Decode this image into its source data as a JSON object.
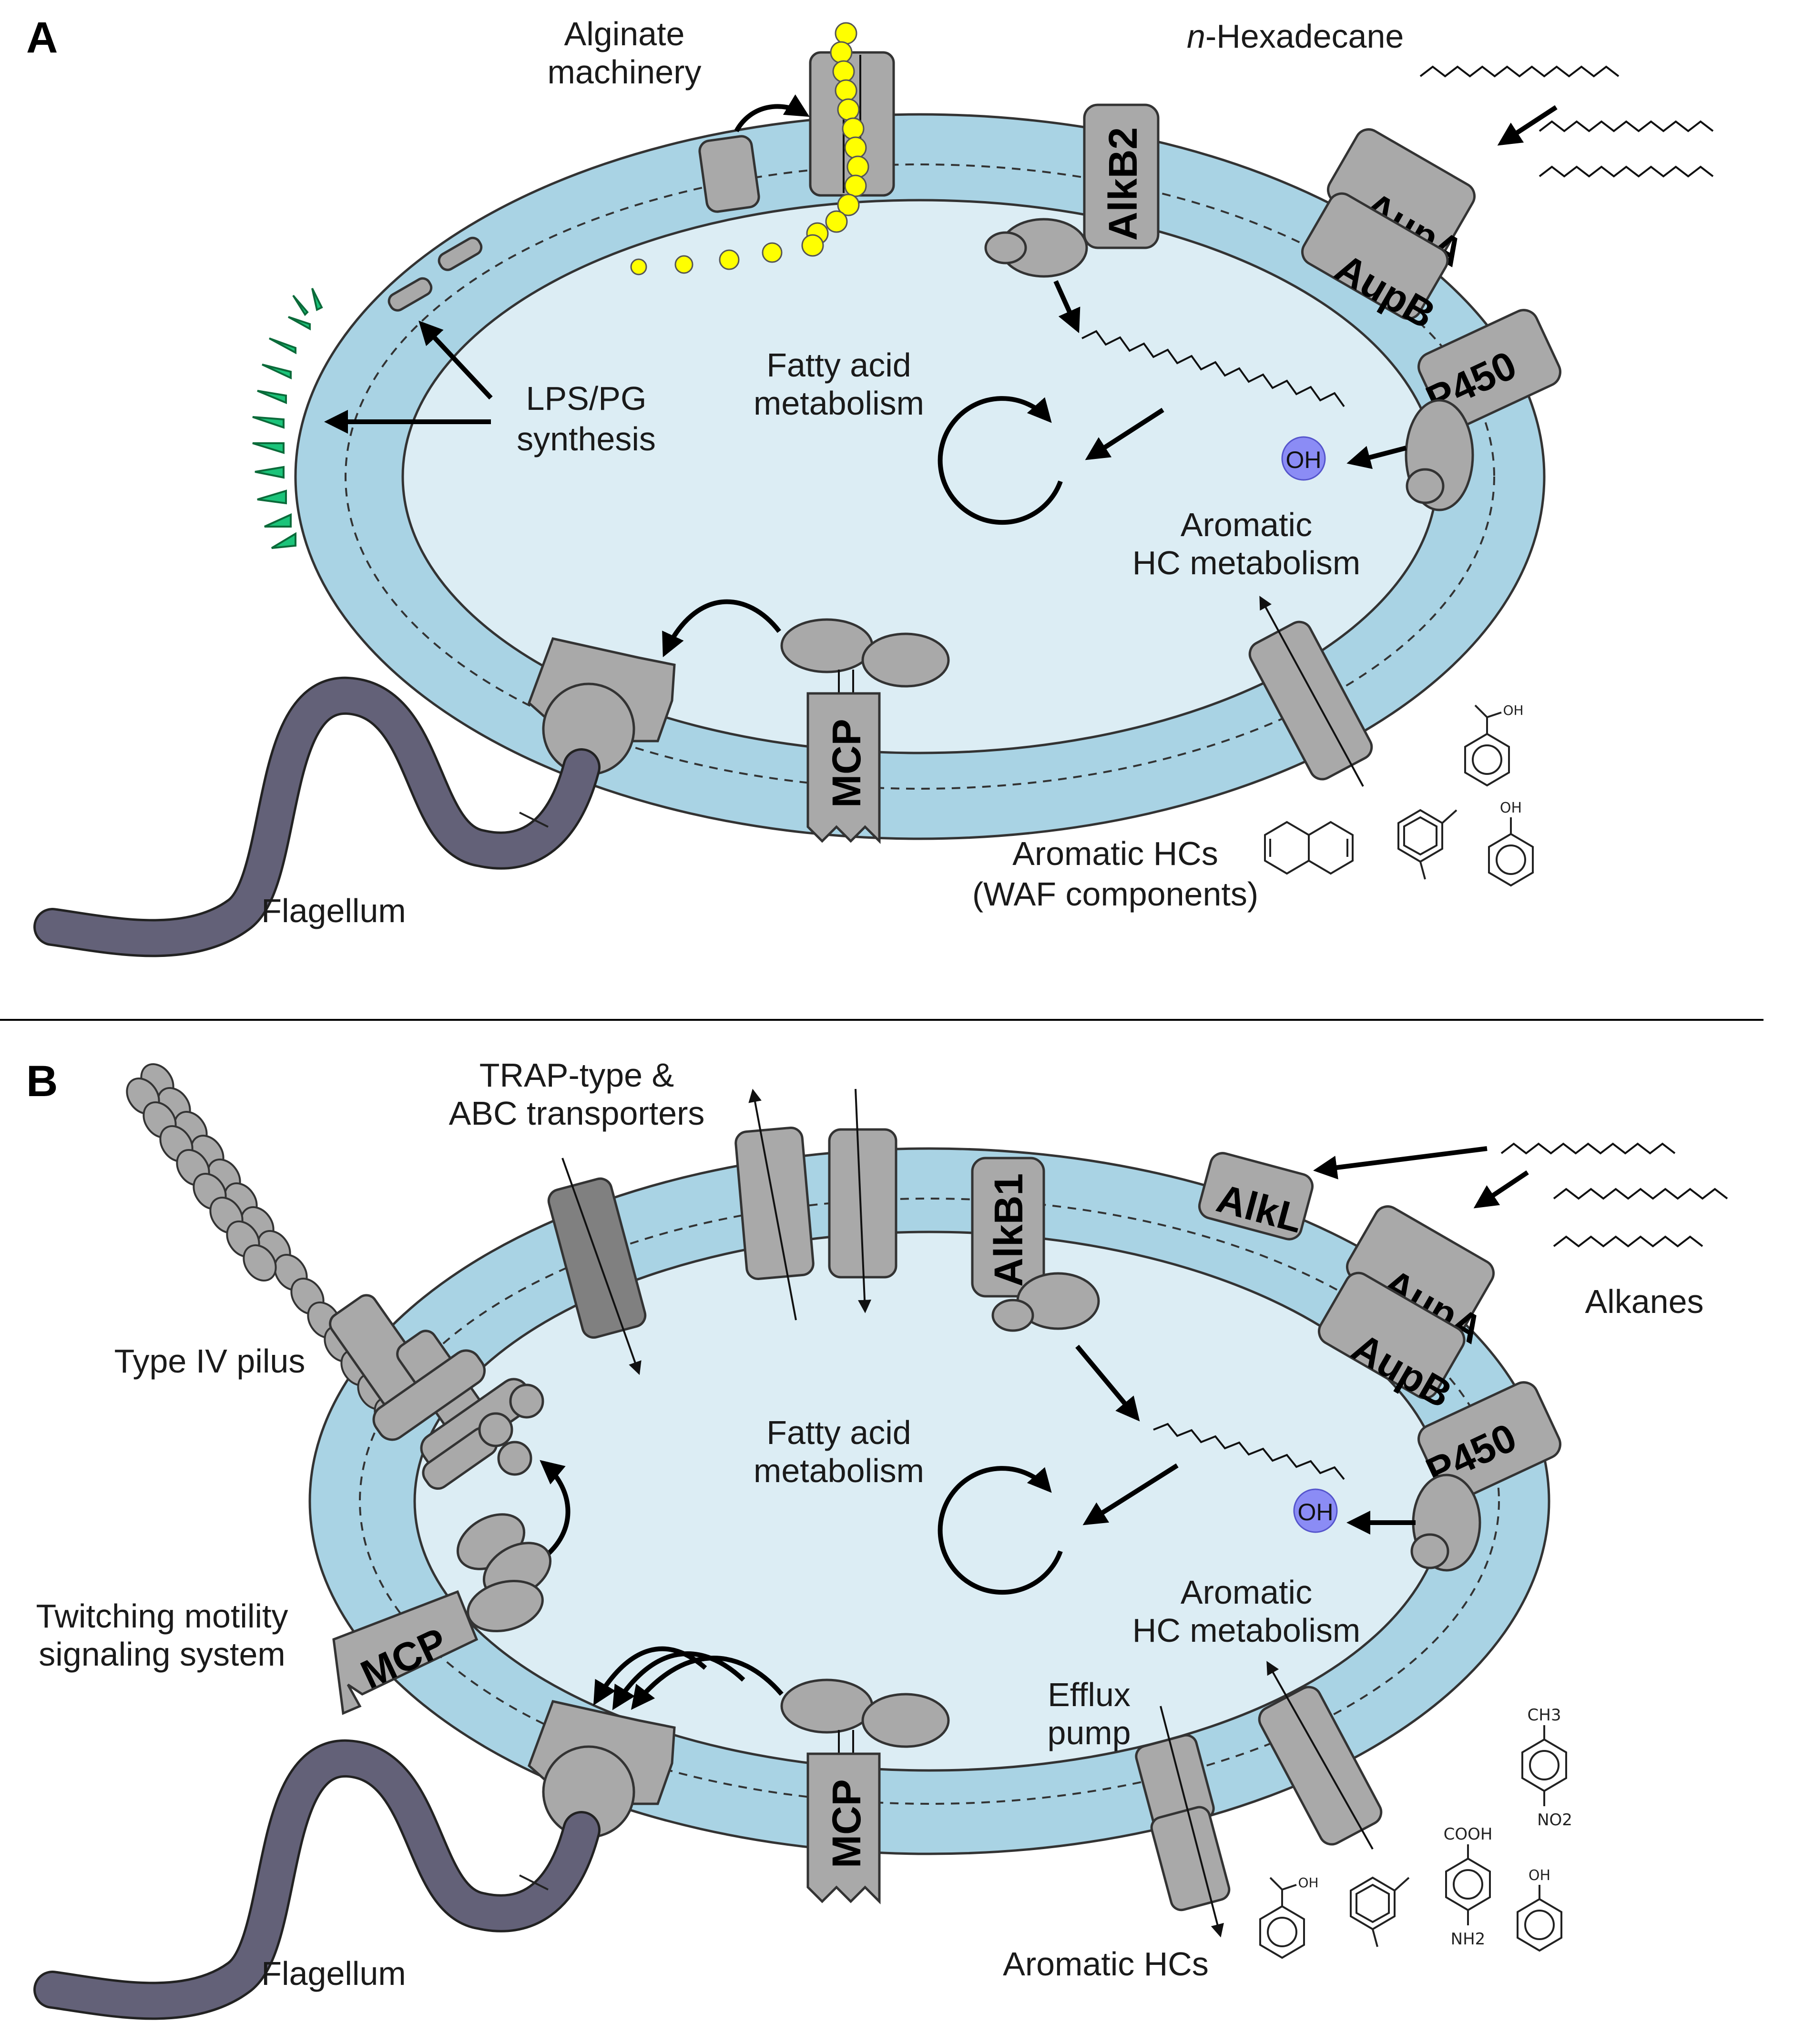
{
  "panel_a": {
    "letter": "A",
    "alginate": [
      "Alginate",
      "machinery"
    ],
    "hexadecane_italic": "n",
    "hexadecane_rest": "-Hexadecane",
    "alkb2": "AlkB2",
    "aupa": "AupA",
    "aupb": "AupB",
    "p450": "P450",
    "oh": "OH",
    "fatty": [
      "Fatty acid",
      "metabolism"
    ],
    "lps": [
      "LPS/PG",
      "synthesis"
    ],
    "aromatic_metab": [
      "Aromatic",
      "HC metabolism"
    ],
    "mcp": "MCP",
    "flagellum": "Flagellum",
    "aromatic_hcs": [
      "Aromatic HCs",
      "(WAF components)"
    ],
    "chem_oh_benzoic": "OH",
    "chem_oh_phenol": "OH"
  },
  "panel_b": {
    "letter": "B",
    "trap": [
      "TRAP-type &",
      "ABC transporters"
    ],
    "alkb1": "AlkB1",
    "alkl": "AlkL",
    "aupa": "AupA",
    "aupb": "AupB",
    "alkanes": "Alkanes",
    "p450": "P450",
    "oh": "OH",
    "fatty": [
      "Fatty acid",
      "metabolism"
    ],
    "aromatic_metab": [
      "Aromatic",
      "HC metabolism"
    ],
    "pilus": "Type IV pilus",
    "twitching": [
      "Twitching motility",
      "signaling system"
    ],
    "mcp_left": "MCP",
    "mcp_bottom": "MCP",
    "efflux": [
      "Efflux",
      "pump"
    ],
    "flagellum": "Flagellum",
    "aromatic_hcs": "Aromatic HCs",
    "chem_ch3": "CH3",
    "chem_no2": "NO2",
    "chem_cooh": "COOH",
    "chem_nh2": "NH2",
    "chem_oh_benzoic": "OH",
    "chem_oh_phenol": "OH"
  },
  "colors": {
    "outer_membrane": "#a9d3e4",
    "cytoplasm": "#dcedf4",
    "protein": "#a9a9a9",
    "flagellum": "#636178",
    "alginate": "#ffff00",
    "lps": "#1bc47a",
    "oh_bubble": "#8b8cf5"
  }
}
